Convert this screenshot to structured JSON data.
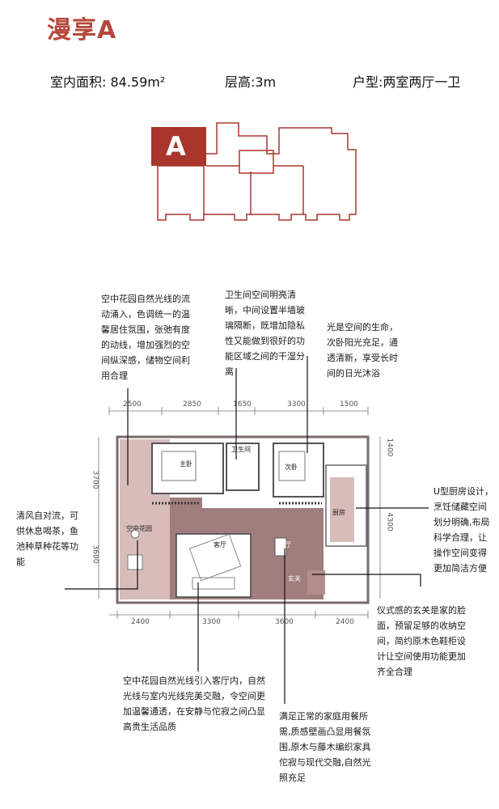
{
  "title": "漫享A",
  "specs": {
    "area": "室内面积: 84.59m²",
    "height": "层高:3m",
    "type": "户型:两室两厅一卫"
  },
  "keyplan": {
    "badge": "A",
    "accent": "#a8362d"
  },
  "rooms": {
    "master_bedroom": "主卧",
    "bathroom": "卫生间",
    "second_bedroom": "次卧",
    "kitchen": "厨房",
    "sky_garden": "空中花园",
    "living": "客厅",
    "dining": "餐厅",
    "entrance": "玄关"
  },
  "dimensions": {
    "top": [
      "2500",
      "2850",
      "1650",
      "3300",
      "1500"
    ],
    "bottom": [
      "2400",
      "3300",
      "3600",
      "2400"
    ],
    "left": [
      "3700",
      "3600"
    ],
    "right": [
      "1400",
      "4300"
    ]
  },
  "annotations": {
    "garden_top": "空中花园自然光线的流动涌入，色调统一的温馨居住氛围，张弛有度的动线，增加强烈的空间纵深感，储物空间利用合理",
    "bath": "卫生间空间明亮清晰，中间设置半墙玻璃隔断，既增加隐私性又能做到很好的功能区域之间的干湿分离",
    "light": "光是空间的生命，次卧阳光充足，通透清新，享受长时间的日光沐浴",
    "garden_left": "清风自对流，可供休息喝茶，鱼池种草种花等功能",
    "kitchen": "U型厨房设计，烹饪储藏空间划分明确,布局科学合理，让操作空间变得更加简洁方便",
    "entrance": "仪式感的玄关是家的脸面，预留足够的收纳空间，简约原木色鞋柜设计让空间使用功能更加齐全合理",
    "living": "空中花园自然光线引入客厅内，自然光线与室内光线完美交融，令空间更加温馨通透，在安静与佗寂之间凸显高贵生活品质",
    "dining": "满足正常的家庭用餐所需,质感壁画凸显用餐氛围,原木与藤木编织家具佗寂与现代交融,自然光照充足"
  },
  "colors": {
    "title": "#b5473a",
    "wall": "#8a6a6a",
    "floor": "#a98080",
    "garden": "#d4b6b4"
  }
}
